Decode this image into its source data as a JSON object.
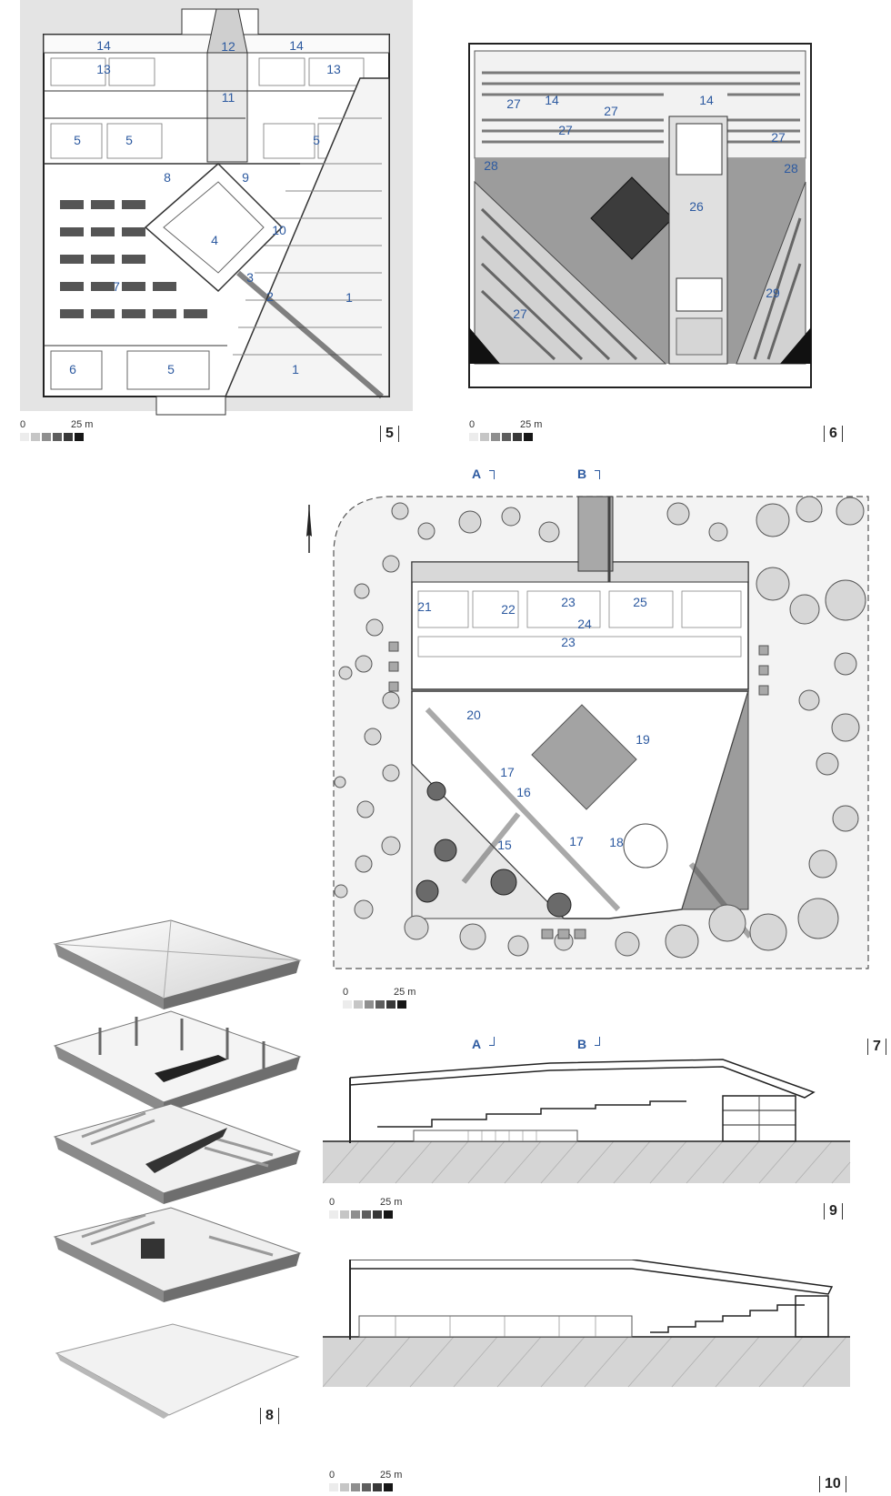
{
  "scale": {
    "zero": "0",
    "distance": "25 m",
    "shades": [
      "#ececec",
      "#c6c6c6",
      "#8f8f8f",
      "#5e5e5e",
      "#383838",
      "#161616"
    ]
  },
  "accent": "#2d5aa0",
  "figures": {
    "fig5": {
      "number": "5",
      "labels": [
        "14",
        "12",
        "14",
        "13",
        "11",
        "13",
        "5",
        "5",
        "5",
        "8",
        "9",
        "4",
        "10",
        "7",
        "3",
        "2",
        "1",
        "6",
        "5",
        "1"
      ]
    },
    "fig6": {
      "number": "6",
      "labels": [
        "27",
        "14",
        "27",
        "14",
        "27",
        "27",
        "28",
        "28",
        "26",
        "27",
        "29"
      ]
    },
    "fig7": {
      "number": "7",
      "section_a": "A",
      "section_b": "B",
      "labels": [
        "21",
        "22",
        "23",
        "25",
        "24",
        "23",
        "20",
        "19",
        "17",
        "16",
        "15",
        "17",
        "18"
      ]
    },
    "fig8": {
      "number": "8"
    },
    "fig9": {
      "number": "9"
    },
    "fig10": {
      "number": "10"
    }
  }
}
